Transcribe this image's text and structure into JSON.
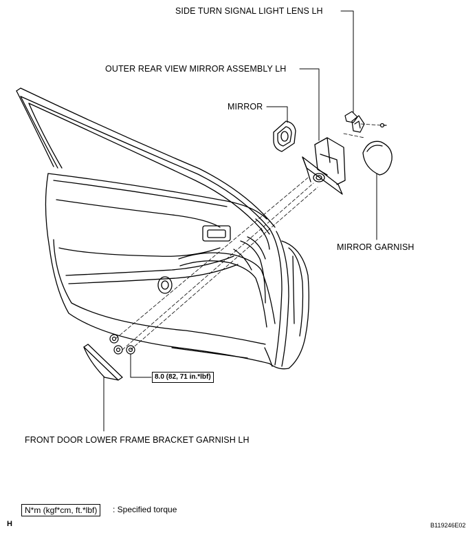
{
  "diagram": {
    "labels": {
      "side_turn_signal": "SIDE TURN SIGNAL LIGHT LENS LH",
      "outer_mirror": "OUTER REAR VIEW MIRROR ASSEMBLY LH",
      "mirror": "MIRROR",
      "mirror_garnish": "MIRROR GARNISH",
      "lower_bracket_garnish": "FRONT DOOR LOWER FRAME BRACKET GARNISH LH"
    },
    "torque_value": "8.0 (82, 71 in.*lbf)",
    "legend": {
      "unit": "N*m (kgf*cm, ft.*lbf)",
      "description": ": Specified torque"
    },
    "corner_letter": "H",
    "figure_id": "B119246E02"
  }
}
